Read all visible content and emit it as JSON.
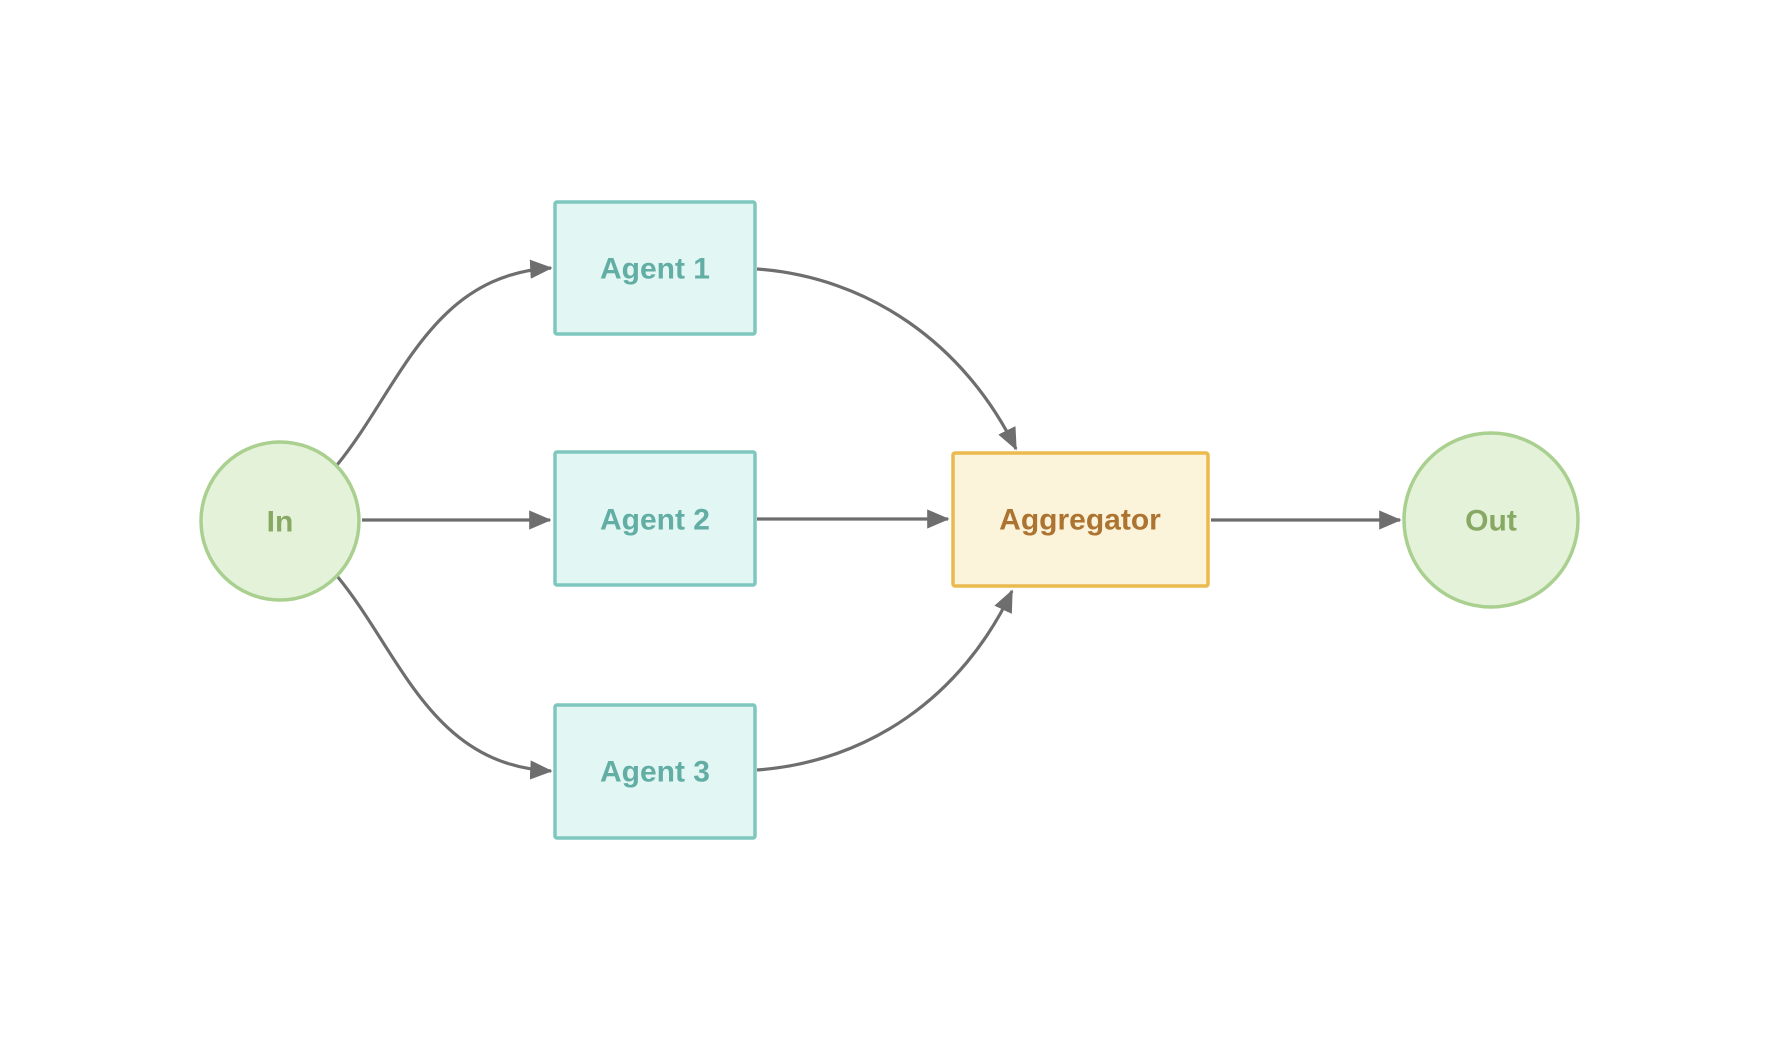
{
  "diagram": {
    "type": "flowchart",
    "direction": "left-to-right",
    "nodes": {
      "in": {
        "label": "In",
        "shape": "circle"
      },
      "agent1": {
        "label": "Agent 1",
        "shape": "rect"
      },
      "agent2": {
        "label": "Agent 2",
        "shape": "rect"
      },
      "agent3": {
        "label": "Agent 3",
        "shape": "rect"
      },
      "aggregator": {
        "label": "Aggregator",
        "shape": "rect"
      },
      "out": {
        "label": "Out",
        "shape": "circle"
      }
    },
    "edges": [
      {
        "from": "in",
        "to": "agent1"
      },
      {
        "from": "in",
        "to": "agent2"
      },
      {
        "from": "in",
        "to": "agent3"
      },
      {
        "from": "agent1",
        "to": "aggregator"
      },
      {
        "from": "agent2",
        "to": "aggregator"
      },
      {
        "from": "agent3",
        "to": "aggregator"
      },
      {
        "from": "aggregator",
        "to": "out"
      }
    ],
    "colors": {
      "terminal_fill": "#e4f2da",
      "terminal_stroke": "#a9d08f",
      "terminal_text": "#87a963",
      "agent_fill": "#e2f6f3",
      "agent_stroke": "#7fc7be",
      "agent_text": "#62ada4",
      "aggregator_fill": "#fbf4da",
      "aggregator_stroke": "#eaba4e",
      "aggregator_text": "#ac7331",
      "edge": "#6e6e6e",
      "background": "#ffffff"
    }
  }
}
